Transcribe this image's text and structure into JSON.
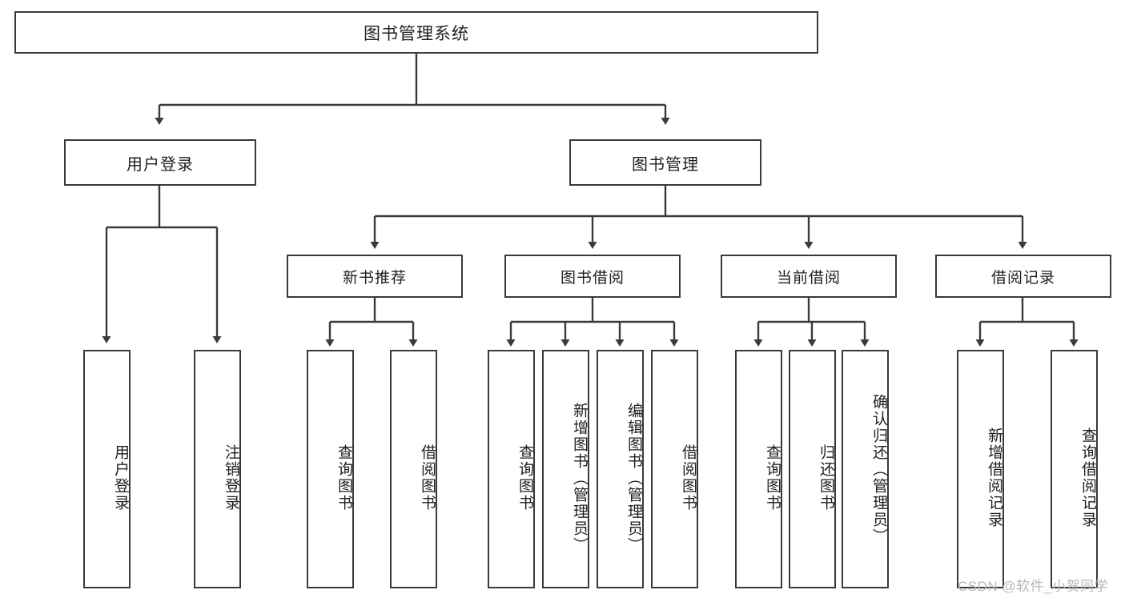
{
  "diagram": {
    "type": "tree",
    "title": "图书管理系统",
    "root": {
      "label": "图书管理系统"
    },
    "level1": [
      {
        "label": "用户登录"
      },
      {
        "label": "图书管理"
      }
    ],
    "level2": [
      {
        "label": "新书推荐"
      },
      {
        "label": "图书借阅"
      },
      {
        "label": "当前借阅"
      },
      {
        "label": "借阅记录"
      }
    ],
    "leaves": {
      "user_login": [
        {
          "label": "用户登录"
        },
        {
          "label": "注销登录"
        }
      ],
      "new_book_recommend": [
        {
          "label": "查询图书"
        },
        {
          "label": "借阅图书"
        }
      ],
      "book_borrow": [
        {
          "label": "查询图书"
        },
        {
          "label": "新增图书（管理员）"
        },
        {
          "label": "编辑图书（管理员）"
        },
        {
          "label": "借阅图书"
        }
      ],
      "current_borrow": [
        {
          "label": "查询图书"
        },
        {
          "label": "归还图书"
        },
        {
          "label": "确认归还（管理员）"
        }
      ],
      "borrow_record": [
        {
          "label": "新增借阅记录"
        },
        {
          "label": "查询借阅记录"
        }
      ]
    }
  },
  "watermark": {
    "text": "CSDN @软件_小贺同学"
  },
  "colors": {
    "border": "#3a3a3a",
    "background": "#ffffff",
    "text": "#1f1f1f",
    "watermark": "#b8b8b8"
  }
}
